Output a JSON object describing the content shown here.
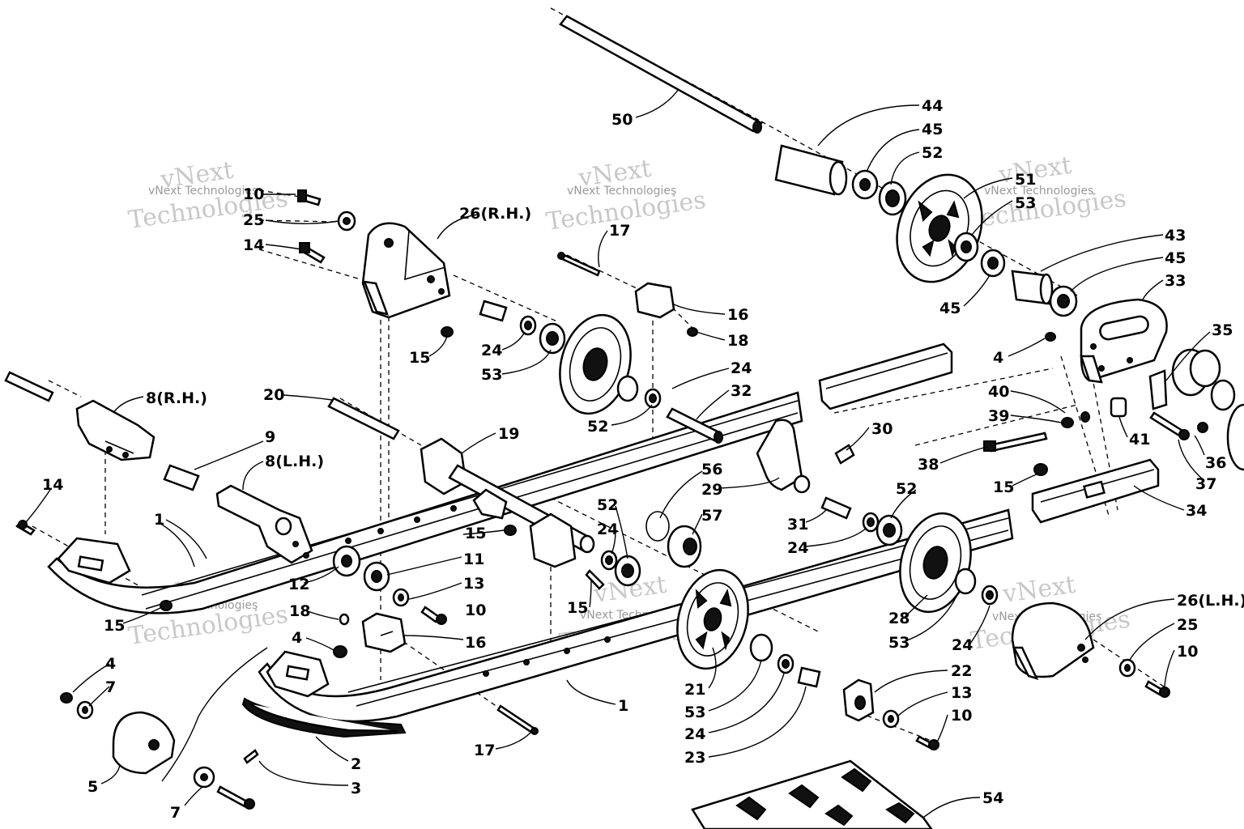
{
  "diagram": {
    "watermark_brand": "vNext",
    "watermark_line1": "vNext Technologies",
    "watermark_line2": "Technologies",
    "labels": [
      {
        "id": "l50",
        "text": "50"
      },
      {
        "id": "l44",
        "text": "44"
      },
      {
        "id": "l45a",
        "text": "45"
      },
      {
        "id": "l52a",
        "text": "52"
      },
      {
        "id": "l51",
        "text": "51"
      },
      {
        "id": "l53a",
        "text": "53"
      },
      {
        "id": "l43",
        "text": "43"
      },
      {
        "id": "l45b",
        "text": "45"
      },
      {
        "id": "l33",
        "text": "33"
      },
      {
        "id": "l45c",
        "text": "45"
      },
      {
        "id": "l35",
        "text": "35"
      },
      {
        "id": "l4a",
        "text": "4"
      },
      {
        "id": "l40",
        "text": "40"
      },
      {
        "id": "l39",
        "text": "39"
      },
      {
        "id": "l41",
        "text": "41"
      },
      {
        "id": "l36",
        "text": "36"
      },
      {
        "id": "l37",
        "text": "37"
      },
      {
        "id": "l38",
        "text": "38"
      },
      {
        "id": "l15a",
        "text": "15"
      },
      {
        "id": "l34",
        "text": "34"
      },
      {
        "id": "l30",
        "text": "30"
      },
      {
        "id": "l52b",
        "text": "52"
      },
      {
        "id": "l29",
        "text": "29"
      },
      {
        "id": "l31",
        "text": "31"
      },
      {
        "id": "l24a",
        "text": "24"
      },
      {
        "id": "l56",
        "text": "56"
      },
      {
        "id": "l57",
        "text": "57"
      },
      {
        "id": "l52c",
        "text": "52"
      },
      {
        "id": "l24b",
        "text": "24"
      },
      {
        "id": "l28",
        "text": "28"
      },
      {
        "id": "l53b",
        "text": "53"
      },
      {
        "id": "l24c",
        "text": "24"
      },
      {
        "id": "l26ln",
        "text": "26(L.H.)"
      },
      {
        "id": "l25a",
        "text": "25"
      },
      {
        "id": "l10a",
        "text": "10"
      },
      {
        "id": "l22",
        "text": "22"
      },
      {
        "id": "l13a",
        "text": "13"
      },
      {
        "id": "l10b",
        "text": "10"
      },
      {
        "id": "l21",
        "text": "21"
      },
      {
        "id": "l53c",
        "text": "53"
      },
      {
        "id": "l24d",
        "text": "24"
      },
      {
        "id": "l23",
        "text": "23"
      },
      {
        "id": "l54",
        "text": "54"
      },
      {
        "id": "l17a",
        "text": "17"
      },
      {
        "id": "l16a",
        "text": "16"
      },
      {
        "id": "l18a",
        "text": "18"
      },
      {
        "id": "l24e",
        "text": "24"
      },
      {
        "id": "l32",
        "text": "32"
      },
      {
        "id": "l52d",
        "text": "52"
      },
      {
        "id": "l26rn",
        "text": "26(R.H.)"
      },
      {
        "id": "l10c",
        "text": "10"
      },
      {
        "id": "l25b",
        "text": "25"
      },
      {
        "id": "l14a",
        "text": "14"
      },
      {
        "id": "l15b",
        "text": "15"
      },
      {
        "id": "l24f",
        "text": "24"
      },
      {
        "id": "l53d",
        "text": "53"
      },
      {
        "id": "l20",
        "text": "20"
      },
      {
        "id": "l19",
        "text": "19"
      },
      {
        "id": "l8rn",
        "text": "8(R.H.)"
      },
      {
        "id": "l9",
        "text": "9"
      },
      {
        "id": "l8ln",
        "text": "8(L.H.)"
      },
      {
        "id": "l14b",
        "text": "14"
      },
      {
        "id": "l1a",
        "text": "1"
      },
      {
        "id": "l15c",
        "text": "15"
      },
      {
        "id": "l11",
        "text": "11"
      },
      {
        "id": "l12",
        "text": "12"
      },
      {
        "id": "l13b",
        "text": "13"
      },
      {
        "id": "l10d",
        "text": "10"
      },
      {
        "id": "l15d",
        "text": "15"
      },
      {
        "id": "l15e",
        "text": "15"
      },
      {
        "id": "l18b",
        "text": "18"
      },
      {
        "id": "l4b",
        "text": "4"
      },
      {
        "id": "l16b",
        "text": "16"
      },
      {
        "id": "l4c",
        "text": "4"
      },
      {
        "id": "l7a",
        "text": "7"
      },
      {
        "id": "l5",
        "text": "5"
      },
      {
        "id": "l7b",
        "text": "7"
      },
      {
        "id": "l2",
        "text": "2"
      },
      {
        "id": "l3",
        "text": "3"
      },
      {
        "id": "l17b",
        "text": "17"
      },
      {
        "id": "l1b",
        "text": "1"
      }
    ]
  }
}
